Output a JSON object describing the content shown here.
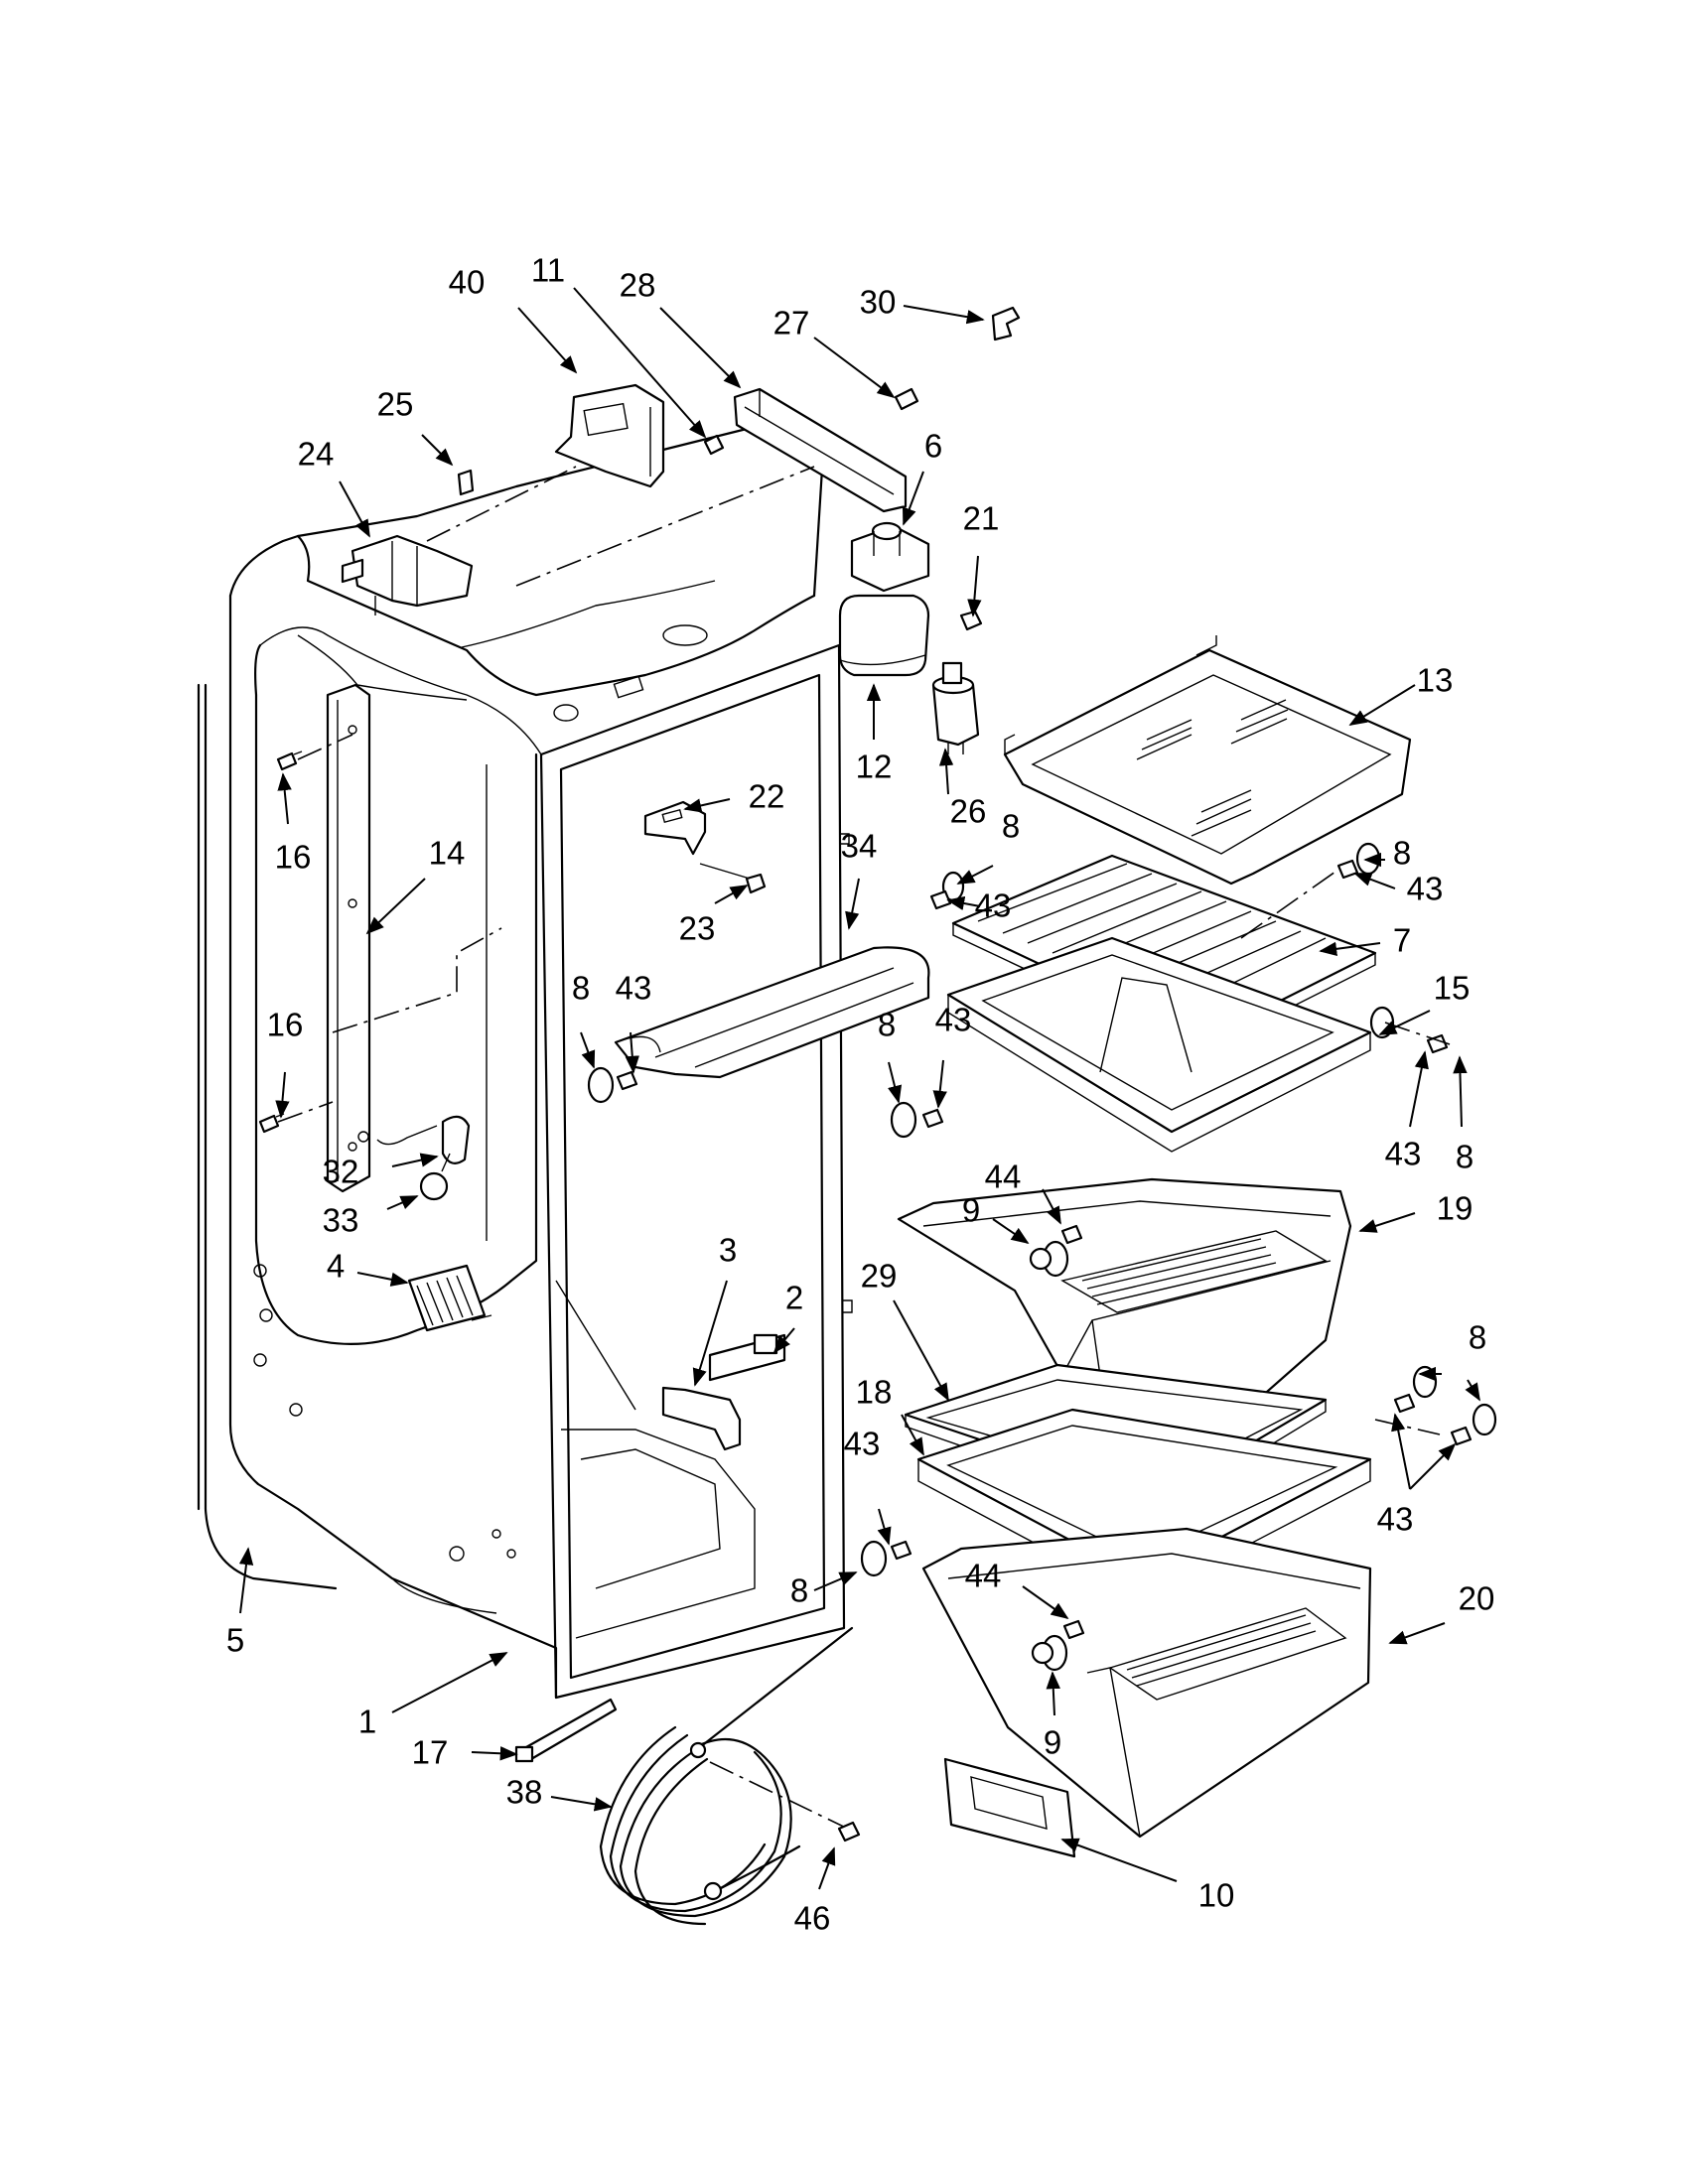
{
  "callouts": [
    {
      "id": "c40",
      "text": "40"
    },
    {
      "id": "c11",
      "text": "11"
    },
    {
      "id": "c28",
      "text": "28"
    },
    {
      "id": "c30",
      "text": "30"
    },
    {
      "id": "c27",
      "text": "27"
    },
    {
      "id": "c25",
      "text": "25"
    },
    {
      "id": "c24",
      "text": "24"
    },
    {
      "id": "c6",
      "text": "6"
    },
    {
      "id": "c21",
      "text": "21"
    },
    {
      "id": "c13",
      "text": "13"
    },
    {
      "id": "c12",
      "text": "12"
    },
    {
      "id": "c26",
      "text": "26"
    },
    {
      "id": "c22",
      "text": "22"
    },
    {
      "id": "c23",
      "text": "23"
    },
    {
      "id": "c34",
      "text": "34"
    },
    {
      "id": "c16a",
      "text": "16"
    },
    {
      "id": "c14",
      "text": "14"
    },
    {
      "id": "c8a",
      "text": "8"
    },
    {
      "id": "c43a",
      "text": "43"
    },
    {
      "id": "c8b",
      "text": "8"
    },
    {
      "id": "c43b",
      "text": "43"
    },
    {
      "id": "c7",
      "text": "7"
    },
    {
      "id": "c16b",
      "text": "16"
    },
    {
      "id": "c8c",
      "text": "8"
    },
    {
      "id": "c43c",
      "text": "43"
    },
    {
      "id": "c8d",
      "text": "8"
    },
    {
      "id": "c43d",
      "text": "43"
    },
    {
      "id": "c15",
      "text": "15"
    },
    {
      "id": "c43e",
      "text": "43"
    },
    {
      "id": "c8e",
      "text": "8"
    },
    {
      "id": "c32",
      "text": "32"
    },
    {
      "id": "c33",
      "text": "33"
    },
    {
      "id": "c44a",
      "text": "44"
    },
    {
      "id": "c9a",
      "text": "9"
    },
    {
      "id": "c19",
      "text": "19"
    },
    {
      "id": "c4",
      "text": "4"
    },
    {
      "id": "c3",
      "text": "3"
    },
    {
      "id": "c29",
      "text": "29"
    },
    {
      "id": "c2",
      "text": "2"
    },
    {
      "id": "c8f",
      "text": "8"
    },
    {
      "id": "c18",
      "text": "18"
    },
    {
      "id": "c43f",
      "text": "43"
    },
    {
      "id": "c43g",
      "text": "43"
    },
    {
      "id": "c8g",
      "text": "8"
    },
    {
      "id": "c44b",
      "text": "44"
    },
    {
      "id": "c20",
      "text": "20"
    },
    {
      "id": "c5",
      "text": "5"
    },
    {
      "id": "c9b",
      "text": "9"
    },
    {
      "id": "c1",
      "text": "1"
    },
    {
      "id": "c17",
      "text": "17"
    },
    {
      "id": "c38",
      "text": "38"
    },
    {
      "id": "c46",
      "text": "46"
    },
    {
      "id": "c10",
      "text": "10"
    }
  ]
}
